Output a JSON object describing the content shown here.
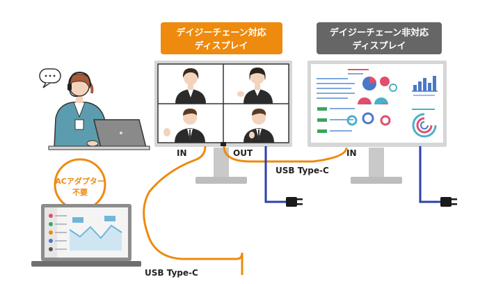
{
  "labels": {
    "daisy_chain_supported_line1": "デイジーチェーン対応",
    "daisy_chain_supported_line2": "ディスプレイ",
    "daisy_chain_unsupported_line1": "デイジーチェーン非対応",
    "daisy_chain_unsupported_line2": "ディスプレイ",
    "ac_adapter_line1": "ACアダプター",
    "ac_adapter_line2": "不要",
    "port_in_1": "IN",
    "port_out": "OUT",
    "port_in_2": "IN",
    "usb_c_upper": "USB Type-C",
    "usb_c_lower": "USB Type-C"
  },
  "colors": {
    "orange": "#EE8A0D",
    "gray_banner": "#666666",
    "blue_cable": "#2E3FA8",
    "teal_person": "#5B9DAE",
    "monitor_frame": "#D6D6D6"
  },
  "icons": [
    "headset-operator-icon",
    "speech-bubble-icon",
    "laptop-icon",
    "power-plug-icon",
    "monitor-icon"
  ]
}
